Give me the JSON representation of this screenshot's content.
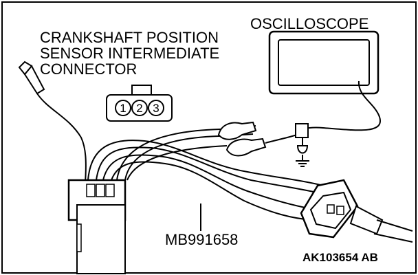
{
  "diagram": {
    "label_sensor_line1": "CRANKSHAFT POSITION",
    "label_sensor_line2": "SENSOR INTERMEDIATE",
    "label_sensor_line3": "CONNECTOR",
    "label_oscilloscope": "OSCILLOSCOPE",
    "label_harness": "MB991658",
    "figure_code": "AK103654 AB",
    "connector_pins": [
      "1",
      "2",
      "3"
    ]
  }
}
